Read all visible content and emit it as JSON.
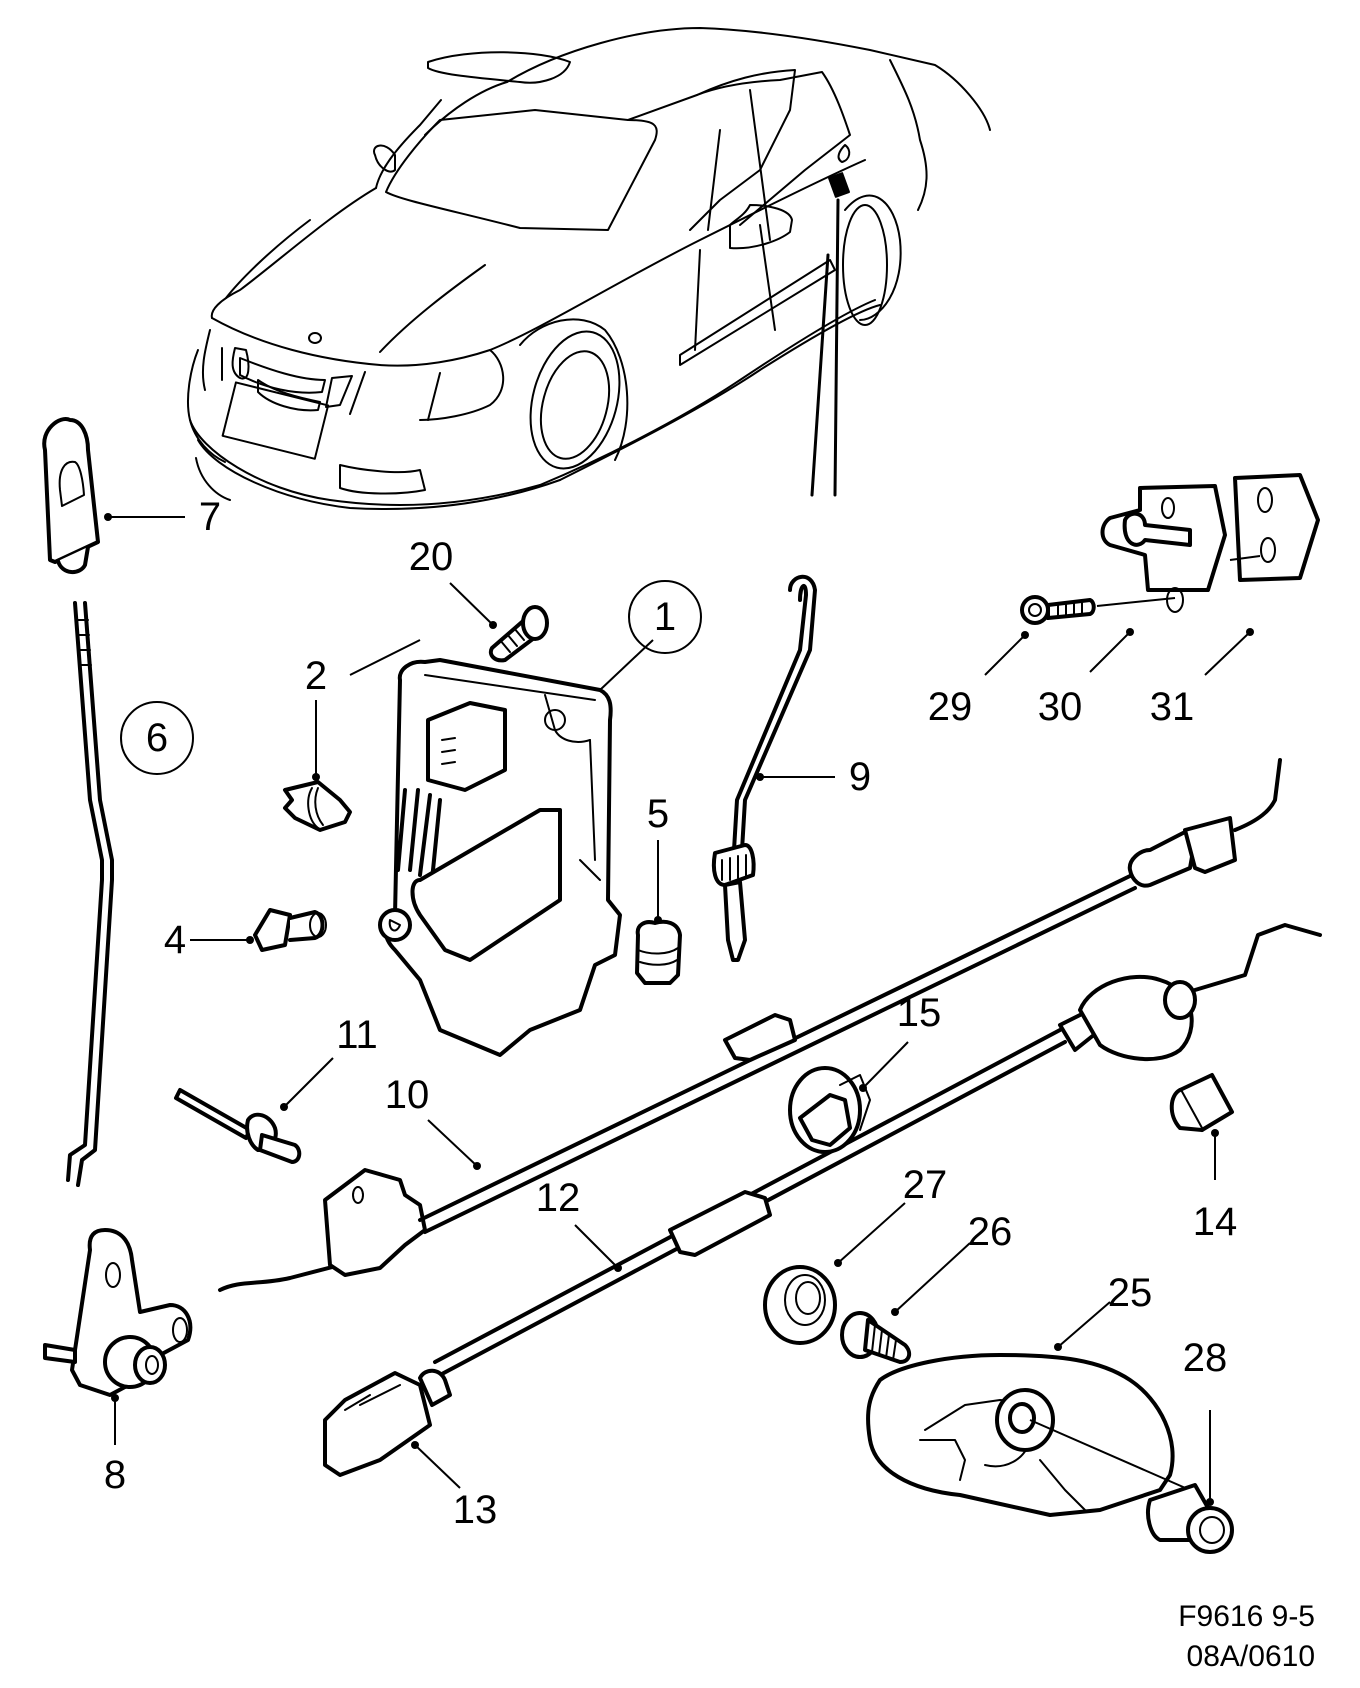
{
  "diagram": {
    "title_code": "F9616 9-5",
    "ref_code": "08A/0610",
    "colors": {
      "line": "#000000",
      "background": "#ffffff"
    },
    "callouts": [
      {
        "id": "1",
        "label": "1",
        "circled": true,
        "part": "lock-unit"
      },
      {
        "id": "2",
        "label": "2",
        "circled": false,
        "part": "clip"
      },
      {
        "id": "4",
        "label": "4",
        "circled": false,
        "part": "rod-clip"
      },
      {
        "id": "5",
        "label": "5",
        "circled": false,
        "part": "grommet"
      },
      {
        "id": "6",
        "label": "6",
        "circled": true,
        "part": "lock-button-rod"
      },
      {
        "id": "7",
        "label": "7",
        "circled": false,
        "part": "lock-knob"
      },
      {
        "id": "8",
        "label": "8",
        "circled": false,
        "part": "lever-bracket"
      },
      {
        "id": "9",
        "label": "9",
        "circled": false,
        "part": "link-rod"
      },
      {
        "id": "10",
        "label": "10",
        "circled": false,
        "part": "cable-upper"
      },
      {
        "id": "11",
        "label": "11",
        "circled": false,
        "part": "rivet"
      },
      {
        "id": "12",
        "label": "12",
        "circled": false,
        "part": "cable-lower"
      },
      {
        "id": "13",
        "label": "13",
        "circled": false,
        "part": "cable-clip"
      },
      {
        "id": "14",
        "label": "14",
        "circled": false,
        "part": "plug"
      },
      {
        "id": "15",
        "label": "15",
        "circled": false,
        "part": "cable-holder"
      },
      {
        "id": "20",
        "label": "20",
        "circled": false,
        "part": "screw"
      },
      {
        "id": "25",
        "label": "25",
        "circled": false,
        "part": "inner-handle"
      },
      {
        "id": "26",
        "label": "26",
        "circled": false,
        "part": "handle-screw"
      },
      {
        "id": "27",
        "label": "27",
        "circled": false,
        "part": "cover-cap"
      },
      {
        "id": "28",
        "label": "28",
        "circled": false,
        "part": "handle-pin"
      },
      {
        "id": "29",
        "label": "29",
        "circled": false,
        "part": "striker-screw"
      },
      {
        "id": "30",
        "label": "30",
        "circled": false,
        "part": "striker"
      },
      {
        "id": "31",
        "label": "31",
        "circled": false,
        "part": "striker-shim"
      }
    ]
  }
}
